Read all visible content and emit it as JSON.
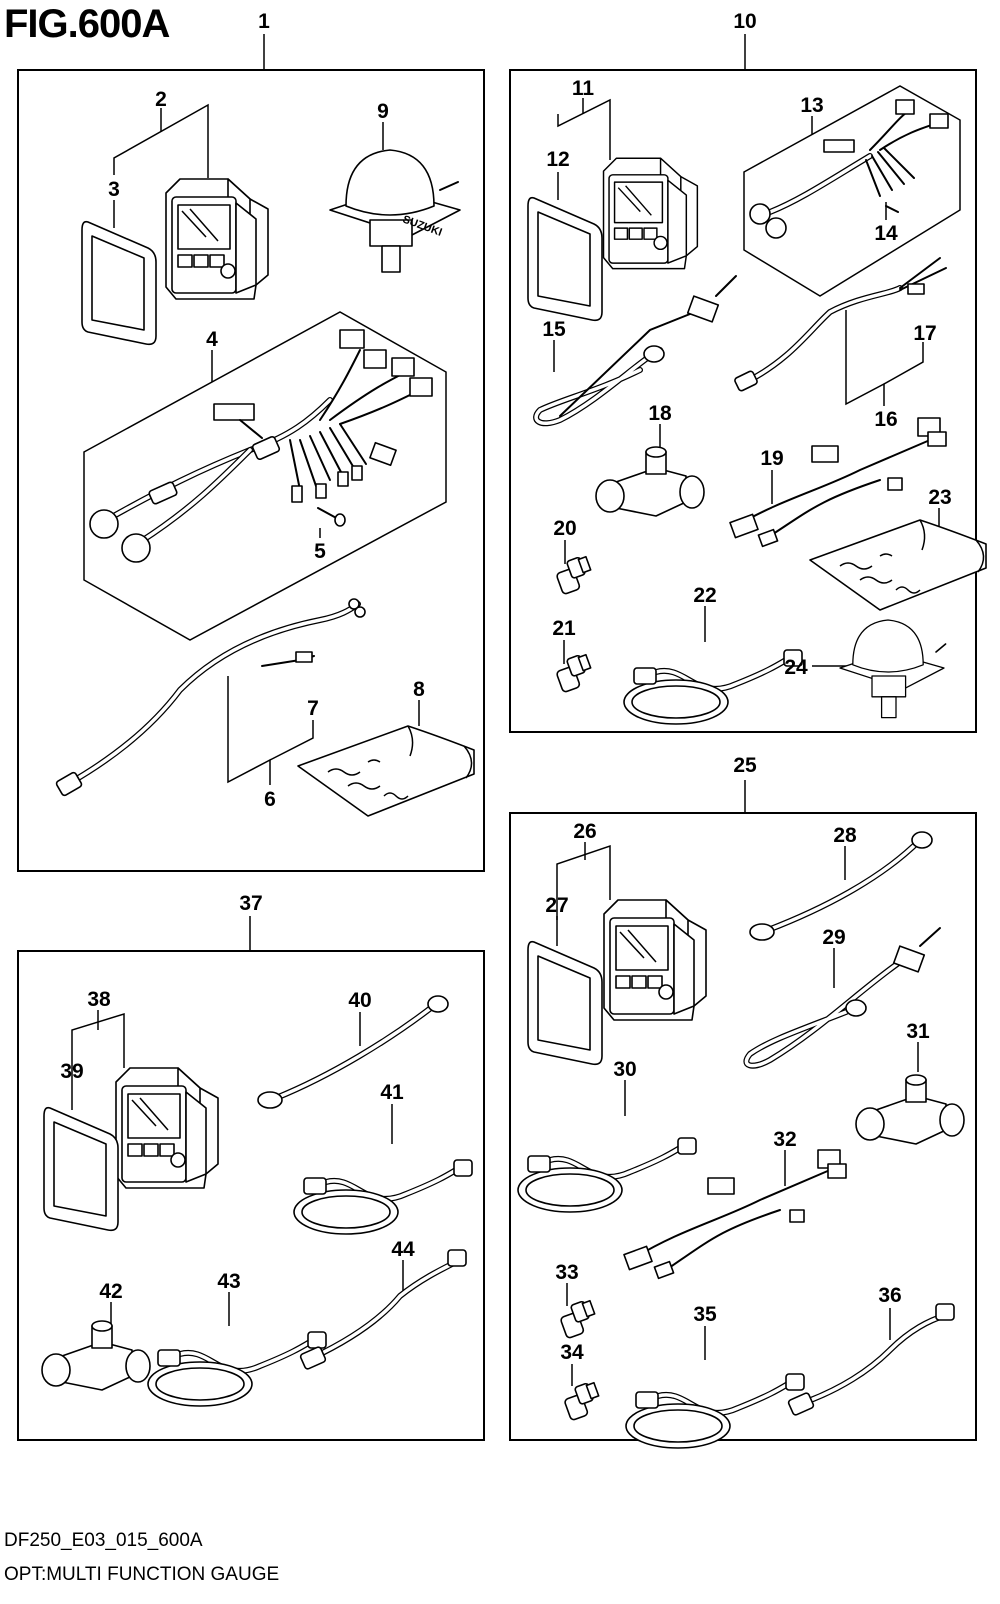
{
  "figure": {
    "title": "FIG.600A",
    "code": "DF250_E03_015_600A",
    "description": "OPT:MULTI FUNCTION GAUGE"
  },
  "labels": [
    "1",
    "2",
    "3",
    "4",
    "5",
    "6",
    "7",
    "8",
    "9",
    "10",
    "11",
    "12",
    "13",
    "14",
    "15",
    "16",
    "17",
    "18",
    "19",
    "20",
    "21",
    "22",
    "23",
    "24",
    "25",
    "26",
    "27",
    "28",
    "29",
    "30",
    "31",
    "32",
    "33",
    "34",
    "35",
    "36",
    "37",
    "38",
    "39",
    "40",
    "41",
    "42",
    "43",
    "44"
  ],
  "logo": "SUZUKI"
}
